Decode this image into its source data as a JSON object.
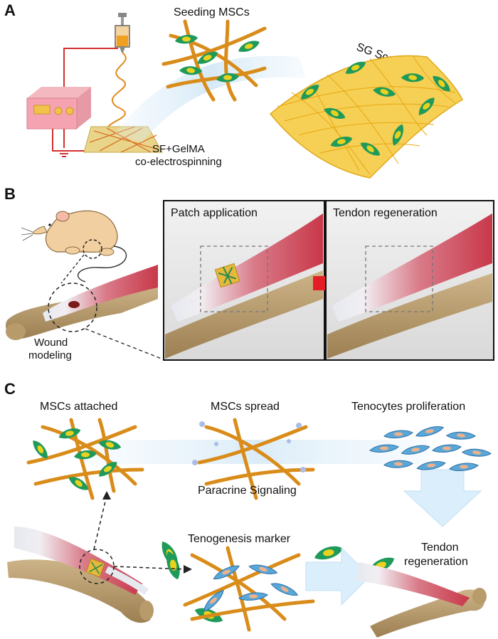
{
  "panel_a": {
    "letter": "A",
    "seeding": "Seeding MSCs",
    "scaffold": "SG Scaffold",
    "spin1": "SF+GelMA",
    "spin2": "co-electrospinning"
  },
  "panel_b": {
    "letter": "B",
    "patch": "Patch application",
    "tendon": "Tendon regeneration",
    "wound1": "Wound",
    "wound2": "modeling"
  },
  "panel_c": {
    "letter": "C",
    "attached": "MSCs attached",
    "spread": "MSCs spread",
    "proliferation": "Tenocytes proliferation",
    "paracrine": "Paracrine Signaling",
    "marker": "Tenogenesis marker",
    "regen1": "Tendon",
    "regen2": "regeneration"
  },
  "colors": {
    "fiber": "#d98c1a",
    "cell": "#1f9a5a",
    "nucleus": "#e8d21f",
    "muscle": "#c8384a",
    "bone": "#b89b6a",
    "arrow_red": "#e31e24",
    "flow": "#cfe6f5"
  }
}
